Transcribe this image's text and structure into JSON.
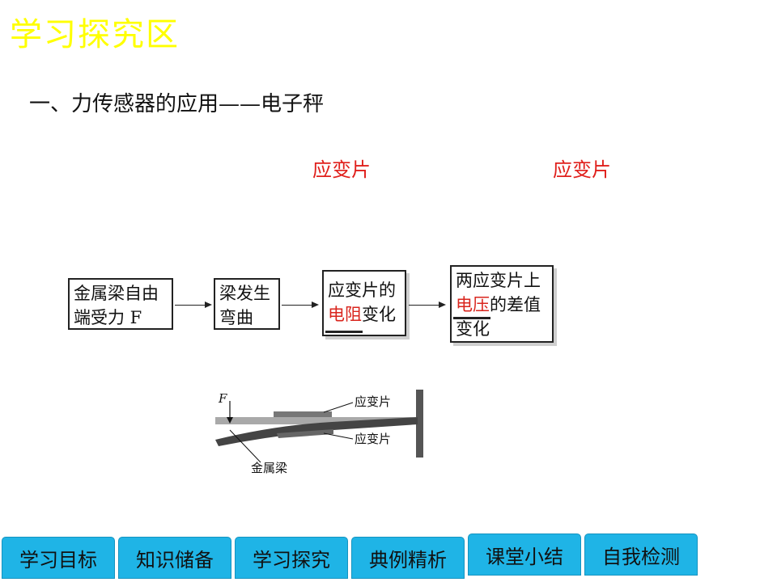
{
  "slide": {
    "title": "学习探究区",
    "heading": "一、力传感器的应用——电子秤"
  },
  "labels": {
    "strain_gauge_1": "应变片",
    "strain_gauge_2": "应变片"
  },
  "flow": {
    "box1": {
      "line1": "金属梁自由",
      "line2": "端受力 F"
    },
    "box2": {
      "line1": "梁发生",
      "line2": "弯曲"
    },
    "box3": {
      "line1": "应变片的",
      "line2_red": "电阻",
      "line2_rest": "变化"
    },
    "box4": {
      "line1": "两应变片上",
      "line2_red": "电压",
      "line2_rest": "的差值",
      "line3": "变化"
    }
  },
  "beam_figure": {
    "force_label": "F",
    "upper_gauge_label": "应变片",
    "lower_gauge_label": "应变片",
    "beam_label": "金属梁"
  },
  "nav": {
    "tabs": [
      "学习目标",
      "知识储备",
      "学习探究",
      "典例精析",
      "课堂小结",
      "自我检测"
    ]
  },
  "colors": {
    "title": "#ffff00",
    "accent_red": "#e0201c",
    "tab_bg": "#1fb4e6"
  }
}
